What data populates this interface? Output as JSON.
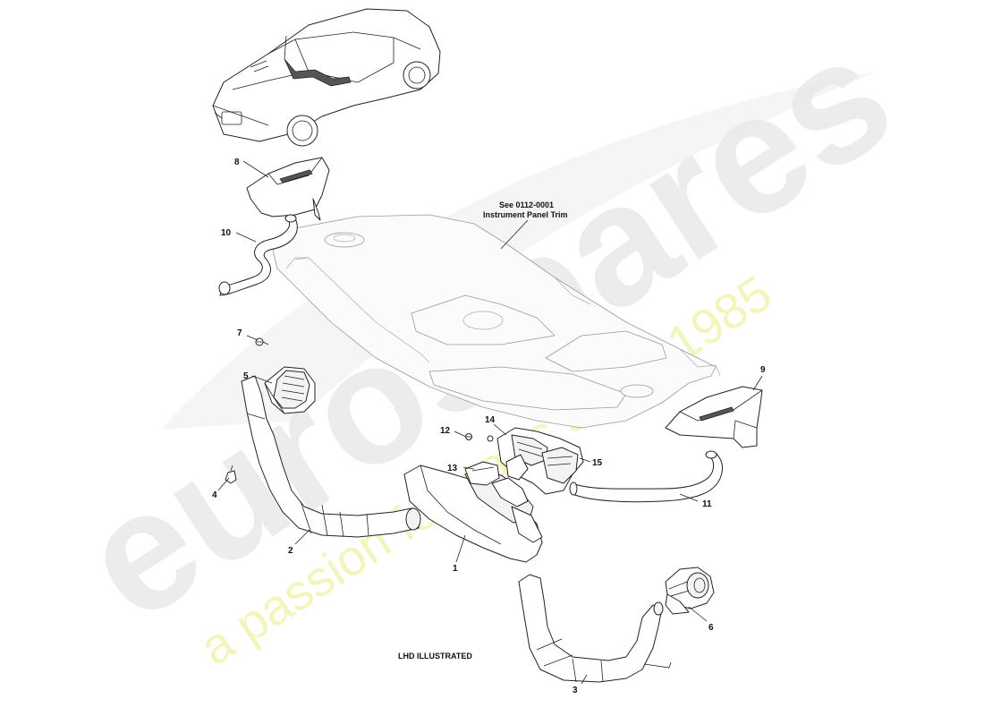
{
  "watermark": {
    "logo_text": "eurospares",
    "tagline": "a passion for parts since 1985"
  },
  "diagram": {
    "vehicle_thumbnail": "car-overview",
    "note_see": "See 0112-0001",
    "note_panel": "Instrument Panel Trim",
    "footer_note": "LHD ILLUSTRATED",
    "callouts": {
      "c1": "1",
      "c2": "2",
      "c3": "3",
      "c4": "4",
      "c5": "5",
      "c6": "6",
      "c7": "7",
      "c8": "8",
      "c9": "9",
      "c10": "10",
      "c11": "11",
      "c12": "12",
      "c13": "13",
      "c14": "14",
      "c15": "15"
    }
  }
}
